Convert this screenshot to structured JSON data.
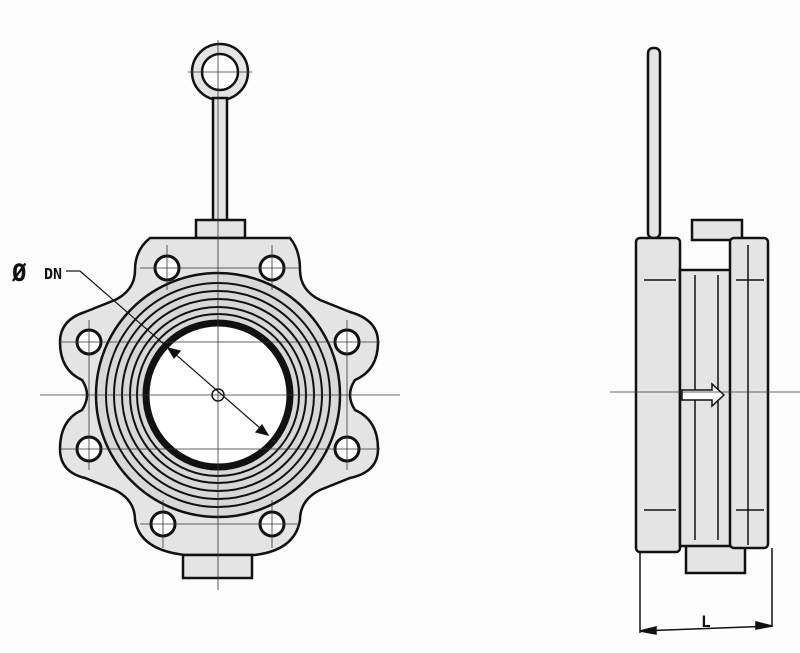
{
  "front_view": {
    "diameter_symbol": "Ø",
    "diameter_label": "DN"
  },
  "side_view": {
    "length_label": "L"
  },
  "colors": {
    "line": "#111111",
    "fill": "#e4e4e4",
    "bore": "#ffffff"
  }
}
